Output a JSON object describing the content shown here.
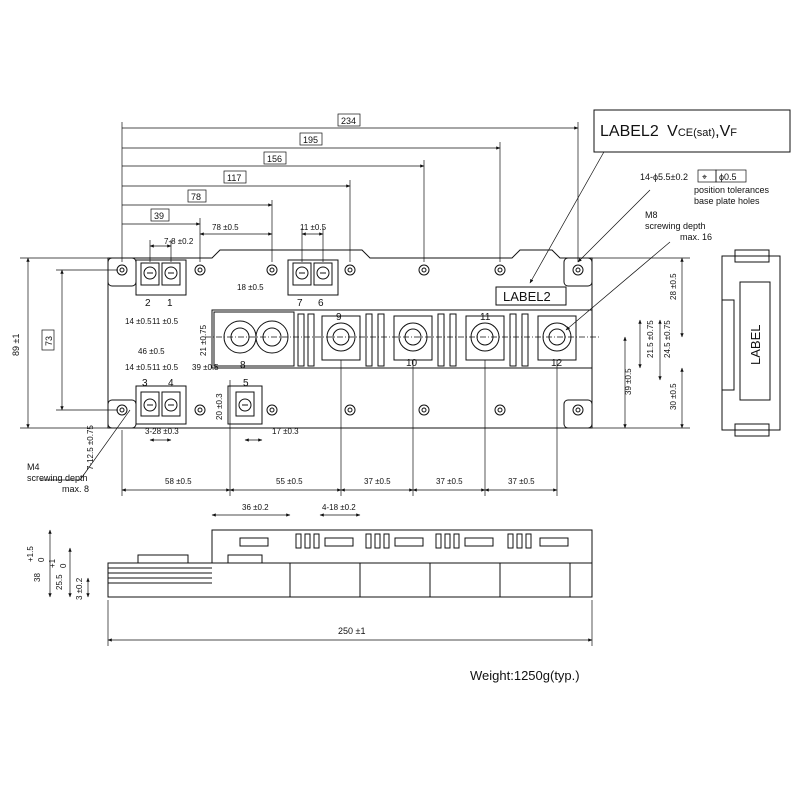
{
  "callout": {
    "label": "LABEL2",
    "sub_main": "V",
    "sub_1": "CE(sat)",
    "sep": ",",
    "sub_2": "V",
    "sub_3": "F"
  },
  "module_label": "LABEL2",
  "side_label": "LABEL",
  "weight": "Weight:1250g(typ.)",
  "holes": {
    "spec": "14-ϕ5.5±0.2",
    "tol": "ϕ0.5",
    "note_1": "position tolerances",
    "note_2": "base plate holes"
  },
  "m8": {
    "title": "M8",
    "line1": "screwing depth",
    "line2": "max. 16"
  },
  "m4": {
    "title": "M4",
    "line1": "screwing depth",
    "line2": "max. 8"
  },
  "pins": [
    "2",
    "1",
    "7",
    "6",
    "9",
    "10",
    "11",
    "12",
    "8",
    "3",
    "4",
    "5"
  ],
  "dims_top": [
    "234",
    "195",
    "156",
    "117",
    "78",
    "39",
    "78 ±0.5",
    "7-8 ±0.2",
    "11 ±0.5",
    "18 ±0.5",
    "14 ±0.5",
    "11 ±0.5",
    "46 ±0.5",
    "14 ±0.5",
    "11 ±0.5",
    "39 ±0.5"
  ],
  "dims_side": [
    "89 ±1",
    "73",
    "21 ±0.75",
    "28 ±0.5",
    "21.5 ±0.75",
    "24.5 ±0.75",
    "39 ±0.5",
    "30 ±0.5",
    "20 ±0.3",
    "7-12.5 ±0.75"
  ],
  "dims_bottom": [
    "3-28 ±0.3",
    "17 ±0.3",
    "58 ±0.5",
    "55 ±0.5",
    "37 ±0.5",
    "37 ±0.5",
    "37 ±0.5"
  ],
  "dims_profile": [
    "36 ±0.2",
    "4-18 ±0.2",
    "38",
    "+1.5",
    "0",
    "25.5",
    "+1",
    "0",
    "3 ±0.2",
    "250 ±1"
  ]
}
